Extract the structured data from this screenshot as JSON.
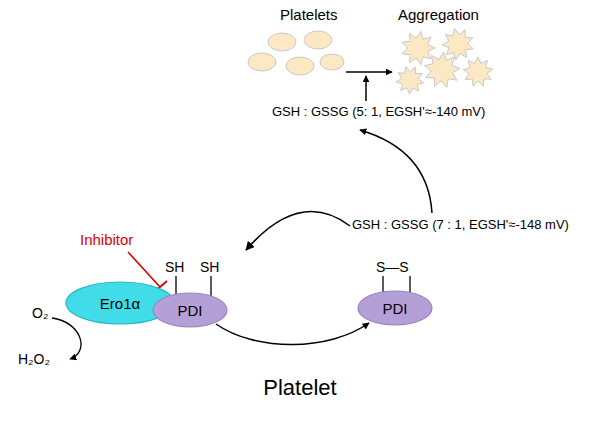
{
  "diagram": {
    "nodes": [
      {
        "text": [
          "Ero1α"
        ]
      },
      {
        "text": [
          "PDI"
        ]
      },
      {
        "text": [
          "PDI"
        ]
      },
      {
        "text": [
          "Platelet"
        ]
      }
    ],
    "edges": [
      {
        "from": 1,
        "to": 2,
        "arrow": "to"
      }
    ],
    "labels": [
      "Platelets",
      "Aggregation",
      "GSH : GSSG (5: 1, EGSH'≈-140 mV)",
      "Inhibitor",
      "SH",
      "SH",
      "S—S",
      "GSH : GSSG (7 : 1, EGSH'≈-148 mV)",
      "O₂",
      "H₂O₂"
    ]
  }
}
